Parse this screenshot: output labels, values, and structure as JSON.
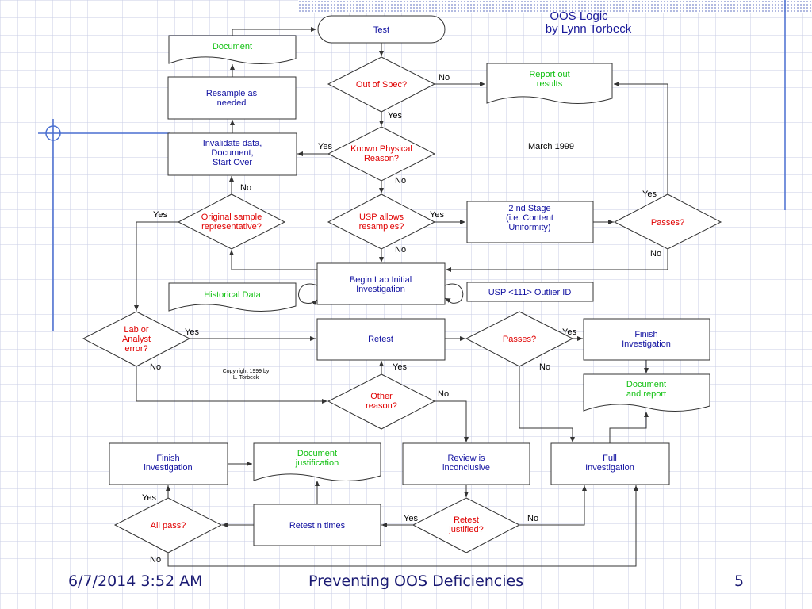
{
  "diagram": {
    "title_line1": "OOS Logic",
    "title_line2": "by Lynn Torbeck",
    "date": "March 1999",
    "copyright_line1": "Copy right 1999 by",
    "copyright_line2": "L. Torbeck",
    "nodes": {
      "test": "Test",
      "document": "Document",
      "resample_1": "Resample as",
      "resample_2": "needed",
      "out_of_spec": "Out of Spec?",
      "report_1": "Report out",
      "report_2": "results",
      "invalidate_1": "Invalidate data,",
      "invalidate_2": "Document,",
      "invalidate_3": "Start Over",
      "known_1": "Known Physical",
      "known_2": "Reason?",
      "original_1": "Original sample",
      "original_2": "representative?",
      "usp_1": "USP allows",
      "usp_2": "resamples?",
      "stage2_1": "2 nd Stage",
      "stage2_2": "(i.e. Content",
      "stage2_3": "Uniformity)",
      "passes_top": "Passes?",
      "begin_1": "Begin Lab Initial",
      "begin_2": "Investigation",
      "historical": "Historical Data",
      "outlier": "USP <111> Outlier ID",
      "lab_1": "Lab or",
      "lab_2": "Analyst",
      "lab_3": "error?",
      "retest": "Retest",
      "passes_mid": "Passes?",
      "finish_right_1": "Finish",
      "finish_right_2": "Investigation",
      "doc_report_1": "Document",
      "doc_report_2": "and report",
      "other_1": "Other",
      "other_2": "reason?",
      "finish_left_1": "Finish",
      "finish_left_2": "investigation",
      "doc_just_1": "Document",
      "doc_just_2": "justification",
      "review_1": "Review is",
      "review_2": "inconclusive",
      "full_1": "Full",
      "full_2": "Investigation",
      "all_pass": "All pass?",
      "retest_n": "Retest n times",
      "retest_just_1": "Retest",
      "retest_just_2": "justified?"
    },
    "edge_labels": {
      "oos_no": "No",
      "oos_yes": "Yes",
      "known_yes": "Yes",
      "known_no": "No",
      "original_no": "No",
      "original_yes": "Yes",
      "usp_yes": "Yes",
      "usp_no": "No",
      "passes_top_yes": "Yes",
      "passes_top_no": "No",
      "lab_yes": "Yes",
      "lab_no": "No",
      "passes_mid_yes": "Yes",
      "passes_mid_no": "No",
      "other_yes": "Yes",
      "other_no": "No",
      "allpass_yes": "Yes",
      "allpass_no": "No",
      "retestjust_yes": "Yes",
      "retestjust_no": "No"
    }
  },
  "footer": {
    "datetime": "6/7/2014 3:52 AM",
    "title": "Preventing OOS Deficiencies",
    "page": "5"
  },
  "colors": {
    "node_text_blue": "#1010a0",
    "question_text_red": "#e00000",
    "output_text_green": "#10c010",
    "grid_line": "#c8cde6",
    "accent_line": "#4a6fd0",
    "footer_text": "#1a1a73"
  }
}
